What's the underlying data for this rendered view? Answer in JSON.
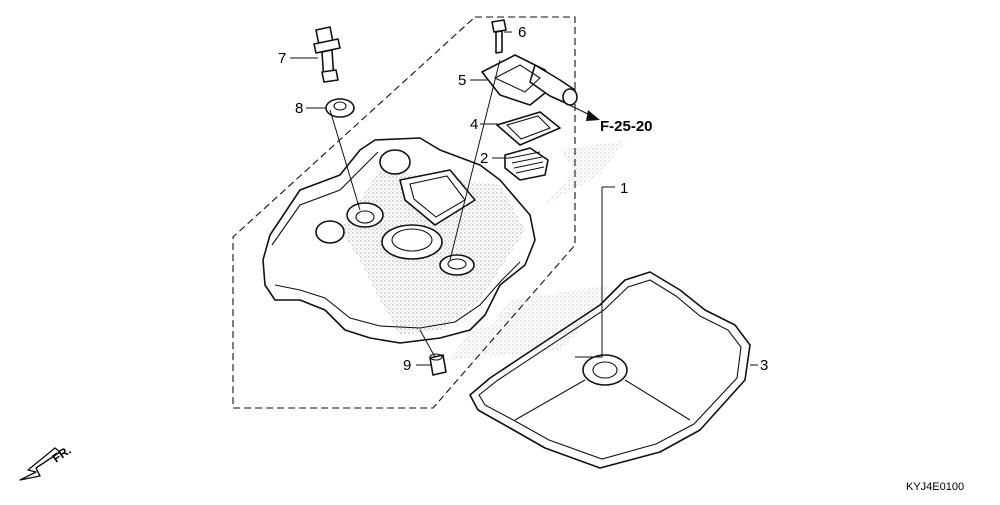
{
  "diagram": {
    "callouts": [
      {
        "id": "1",
        "label": "1"
      },
      {
        "id": "2",
        "label": "2"
      },
      {
        "id": "3",
        "label": "3"
      },
      {
        "id": "4",
        "label": "4"
      },
      {
        "id": "5",
        "label": "5"
      },
      {
        "id": "6",
        "label": "6"
      },
      {
        "id": "7",
        "label": "7"
      },
      {
        "id": "8",
        "label": "8"
      },
      {
        "id": "9",
        "label": "9"
      }
    ],
    "reference": "F-25-20",
    "direction_label": "FR.",
    "drawing_code": "KYJ4E0100",
    "colors": {
      "line": "#111111",
      "stipple": "#9a9a9a",
      "background": "#ffffff"
    }
  }
}
